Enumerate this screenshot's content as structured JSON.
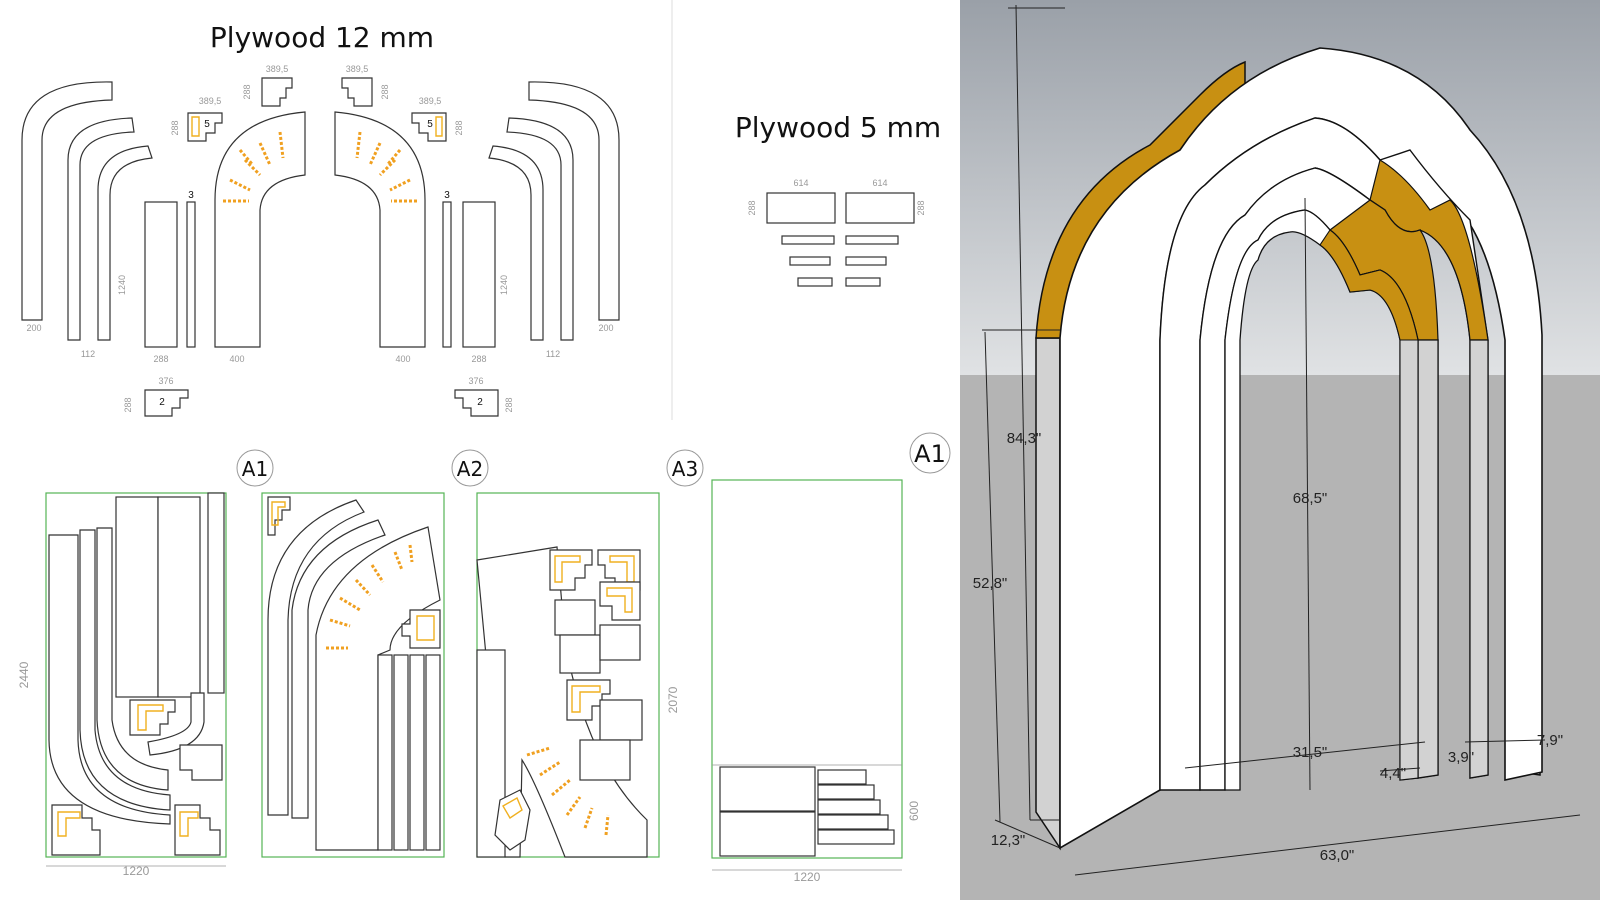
{
  "left": {
    "title_12mm": "Plywood 12 mm",
    "title_5mm": "Plywood 5 mm",
    "dims_12mm": {
      "small_top_w": "389,5",
      "small_top_h": "288",
      "part5_label": "5",
      "part3_label": "3",
      "part2_label": "2",
      "part2_w": "376",
      "part2_h": "288",
      "long_h": "1240",
      "w200": "200",
      "w112": "112",
      "w288": "288",
      "w400": "400"
    },
    "dims_5mm": {
      "w614": "614",
      "h288": "288"
    },
    "sheets": {
      "a1_label": "A1",
      "a2_label": "A2",
      "a3_label": "A3",
      "a1b_label": "A1",
      "height_2440": "2440",
      "width_1220": "1220",
      "height_2070": "2070",
      "height_600": "600",
      "width_1220b": "1220"
    }
  },
  "model": {
    "dims": {
      "total_height": "84,3\"",
      "lower_height": "52,8\"",
      "inner_height": "68,5\"",
      "opening_width": "31,5\"",
      "gap_a": "4,4\"",
      "gap_b": "3,9\"",
      "gap_c": "7,9\"",
      "depth": "12,3\"",
      "total_width": "63,0\""
    },
    "colors": {
      "sky_top": "#9aa0a8",
      "sky_bottom": "#e0e2e4",
      "ground": "#b4b4b4",
      "wood": "#c89012",
      "face": "#ffffff",
      "side": "#d2d2d2"
    }
  }
}
